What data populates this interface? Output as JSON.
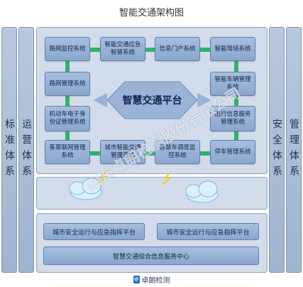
{
  "title": "智能交通架构图",
  "side_left": [
    "标准体系",
    "运营体系"
  ],
  "side_right": [
    "安全体系",
    "管理体系"
  ],
  "core": "智慧交通平台",
  "systems": {
    "s1": "路网监控系统",
    "s2": "智能交通应急智慧系统",
    "s3": "信息门户系统",
    "s4": "智能驾培系统",
    "s5": "路网管理系统",
    "s6": "智能车辆管理系统",
    "s7": "机动车电子身份证管理系统",
    "s8": "出行信息服务管理系统",
    "s9": "客票联网管理系统",
    "s10": "城市智能交通管理系统",
    "s11": "智慧车调度监控系统",
    "s12": "停车管理系统"
  },
  "bottom": {
    "left": "城市安全运行与应急指挥平台",
    "right": "城市安全运行与应急指挥平台",
    "center": "智慧交通综合信息服务中心"
  },
  "watermark": "山东卓朗检测股份有限公司",
  "footer_brand": "卓朗检测",
  "colors": {
    "connector": "#2fb36a",
    "box": "#8aa7cd",
    "panel": "#d2dcea"
  }
}
